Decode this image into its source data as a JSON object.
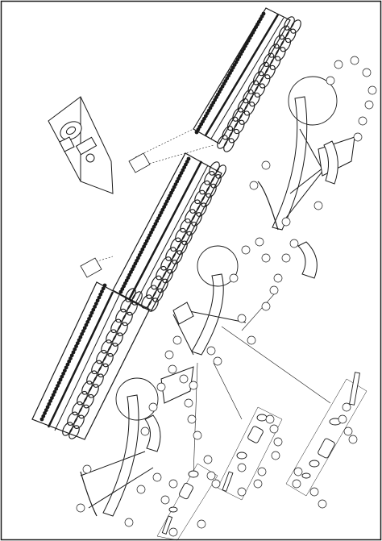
{
  "sheet": {
    "line_color": "#1a1a1a",
    "paper_color": "#ffffff"
  },
  "callout_label": "",
  "parts": {
    "spring_tine_harrow": "spring-tine-harrow",
    "mounting_bracket": "mounting-bracket-detail",
    "depth_shank": "depth-shank",
    "hardware_kit": "hardware-kit",
    "roller_bearing_detail": "roller-bearing-detail"
  }
}
